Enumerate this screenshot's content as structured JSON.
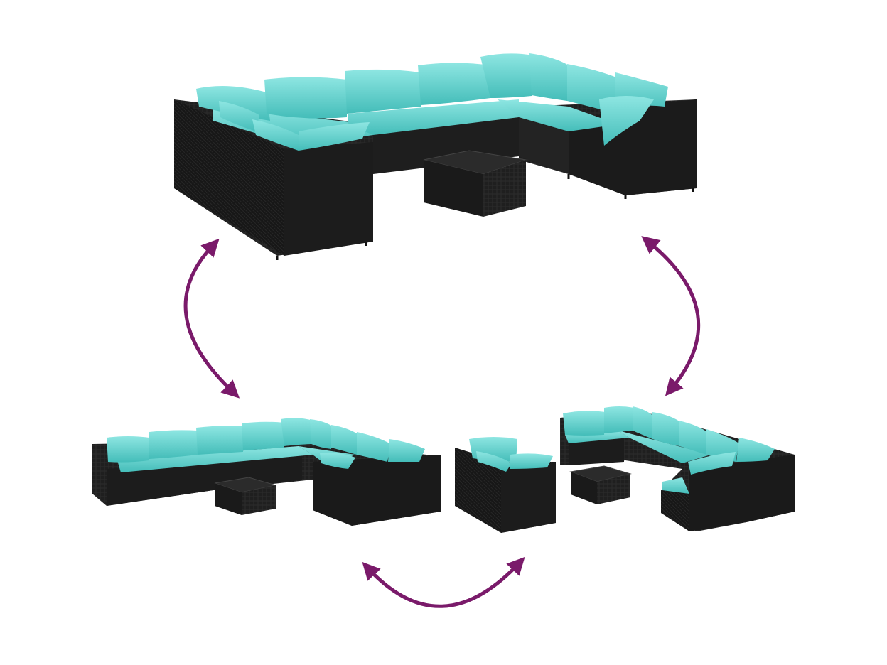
{
  "colors": {
    "background": "#ffffff",
    "rattan_dark": "#1b1b1b",
    "rattan_mid": "#262626",
    "rattan_light": "#333333",
    "cushion": "#5fd3cf",
    "cushion_light": "#8ee6e2",
    "cushion_shade": "#38b5b1",
    "glass_top": "#2a2a2a",
    "arrow": "#7a1a6a"
  },
  "icons": {
    "arrows": [
      "double-headed-curved-arrow-left",
      "double-headed-curved-arrow-right",
      "double-headed-curved-arrow-bottom"
    ]
  },
  "groups": [
    {
      "id": "full-set",
      "description_label": ""
    },
    {
      "id": "left-configuration",
      "description_label": ""
    },
    {
      "id": "corner-piece",
      "description_label": ""
    },
    {
      "id": "right-configuration",
      "description_label": ""
    }
  ]
}
